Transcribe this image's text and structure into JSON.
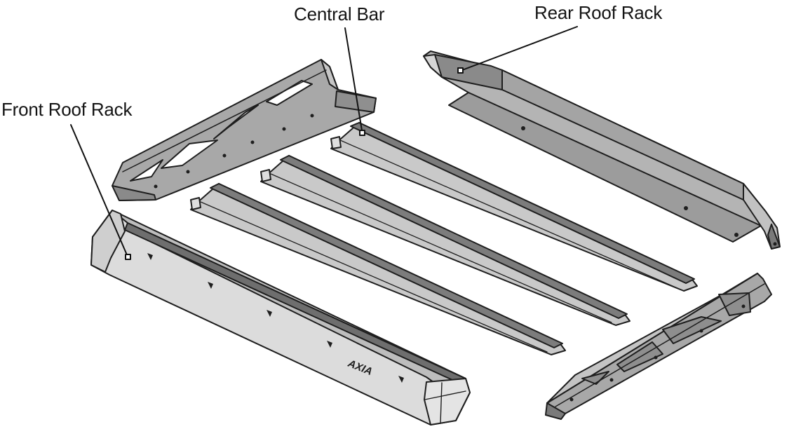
{
  "diagram": {
    "labels": {
      "front_roof_rack": "Front Roof Rack",
      "central_bar": "Central Bar",
      "rear_roof_rack": "Rear Roof Rack"
    },
    "logo_text": "AXIA"
  },
  "colors": {
    "outline": "#1e1e1e",
    "dark_panel": "#9a9a9a",
    "mid_panel": "#b8b8b8",
    "light_panel": "#dcdcdc",
    "text": "#141414"
  }
}
